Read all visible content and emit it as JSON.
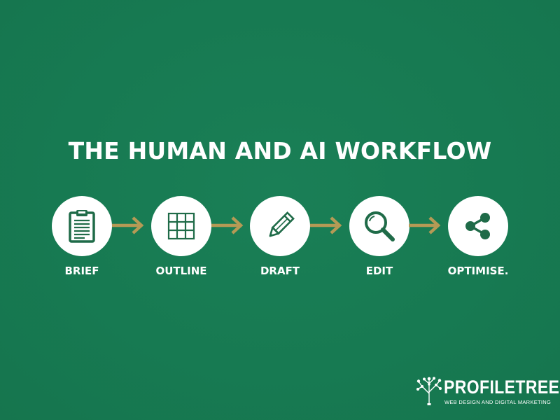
{
  "title": "THE HUMAN AND AI WORKFLOW",
  "steps": [
    {
      "label": "BRIEF",
      "icon": "clipboard-icon"
    },
    {
      "label": "OUTLINE",
      "icon": "grid-icon"
    },
    {
      "label": "DRAFT",
      "icon": "pencil-icon"
    },
    {
      "label": "EDIT",
      "icon": "magnifier-icon"
    },
    {
      "label": "OPTIMISE.",
      "icon": "share-icon"
    }
  ],
  "arrow_icon": "arrow-right-icon",
  "logo": {
    "name": "PROFILETREE",
    "tagline": "WEB DESIGN AND DIGITAL MARKETING",
    "icon": "tree-logo-icon"
  },
  "colors": {
    "background": "#177a52",
    "arrow": "#b59a55",
    "icon": "#1f6b48",
    "text": "#ffffff"
  }
}
